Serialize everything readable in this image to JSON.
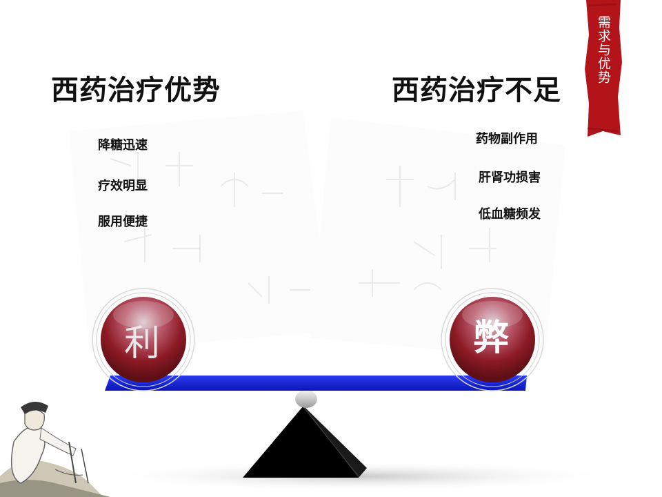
{
  "banner": {
    "text": "需求与优势"
  },
  "advantages": {
    "title": "西药治疗优势",
    "items": [
      "降糖迅速",
      "疗效明显",
      "服用便捷"
    ]
  },
  "disadvantages": {
    "title": "西药治疗不足",
    "items": [
      "药物副作用",
      "肝肾功损害",
      "低血糖频发"
    ]
  },
  "scale": {
    "left_label": "利",
    "right_label": "弊"
  },
  "colors": {
    "banner_red": "#b3141a",
    "beam_blue": "#0a1bd6",
    "ball_red": "#9a1b1f",
    "fulcrum": "#000000"
  }
}
